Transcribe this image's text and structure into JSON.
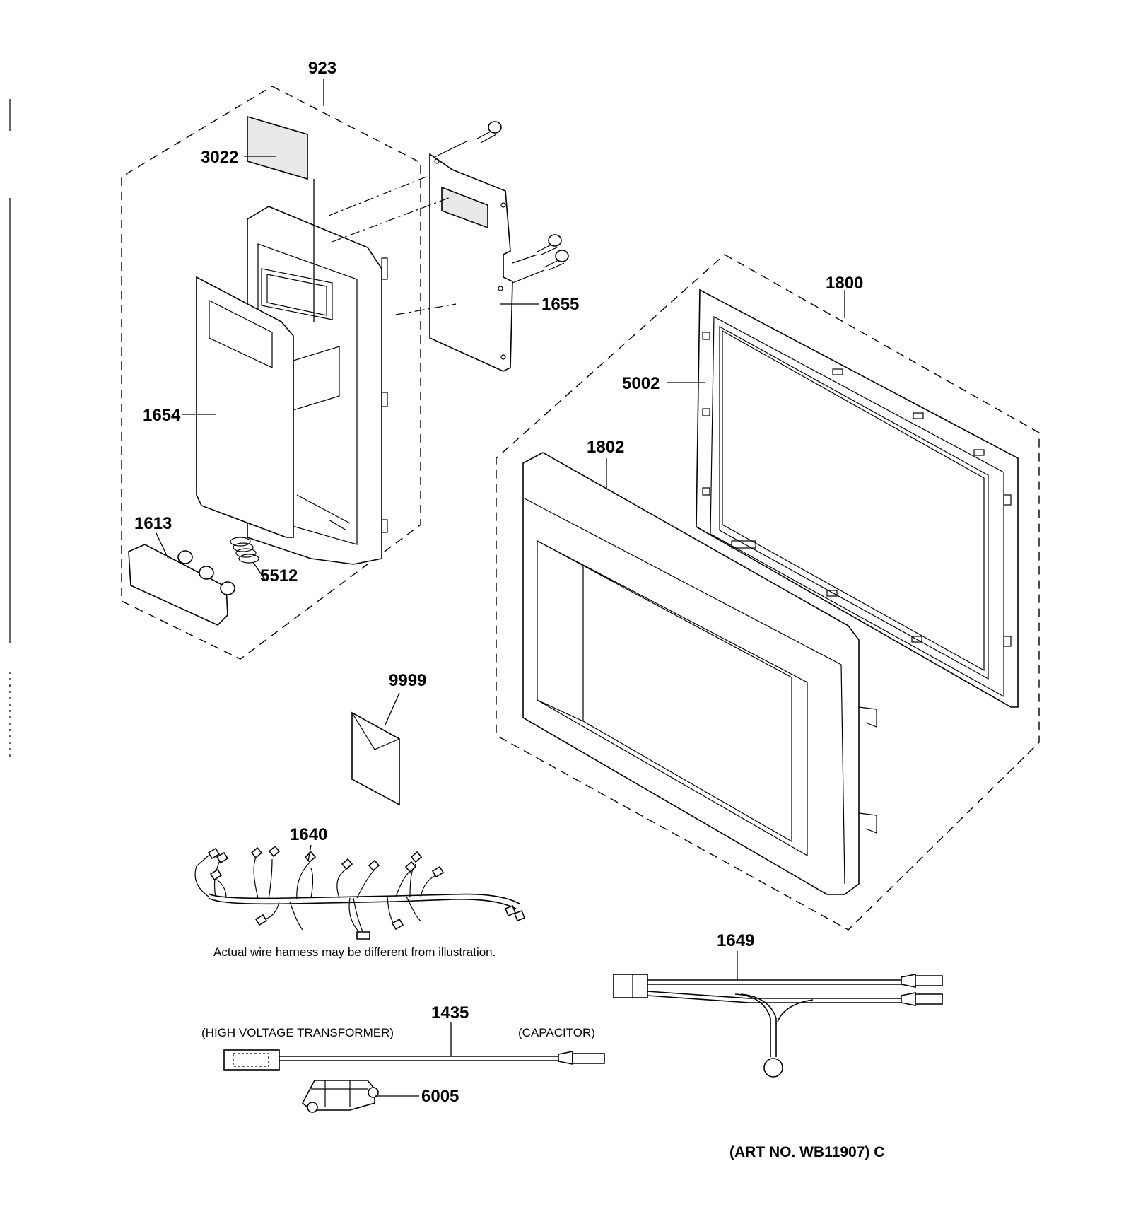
{
  "parts": {
    "p923": "923",
    "p3022": "3022",
    "p1655": "1655",
    "p1654": "1654",
    "p1613": "1613",
    "p5512": "5512",
    "p1800": "1800",
    "p5002": "5002",
    "p1802": "1802",
    "p9999": "9999",
    "p1640": "1640",
    "p1649": "1649",
    "p1435": "1435",
    "p6005": "6005"
  },
  "notes": {
    "harness_note": "Actual wire harness may be different from illustration.",
    "transformer_label": "(HIGH VOLTAGE TRANSFORMER)",
    "capacitor_label": "(CAPACITOR)",
    "art_number": "(ART NO. WB11907) C"
  }
}
